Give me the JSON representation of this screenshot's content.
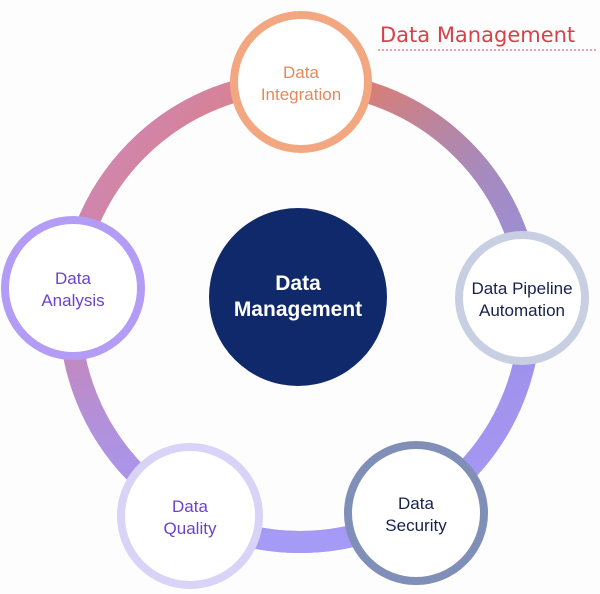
{
  "title": "Data Management",
  "center": {
    "line1": "Data",
    "line2": "Management",
    "color": "#10296b"
  },
  "nodes": [
    {
      "line1": "Data",
      "line2": "Integration",
      "ring": "#f2a780",
      "text": "#e3895c"
    },
    {
      "line1": "Data Pipeline",
      "line2": "Automation",
      "ring": "#c8cfe2",
      "text": "#17214d"
    },
    {
      "line1": "Data",
      "line2": "Security",
      "ring": "#7f8fb8",
      "text": "#17214d"
    },
    {
      "line1": "Data",
      "line2": "Quality",
      "ring": "#dad3f8",
      "text": "#6b42cf"
    },
    {
      "line1": "Data",
      "line2": "Analysis",
      "ring": "#b39cf5",
      "text": "#6b42cf"
    }
  ],
  "colors": {
    "title": "#d9404a"
  }
}
